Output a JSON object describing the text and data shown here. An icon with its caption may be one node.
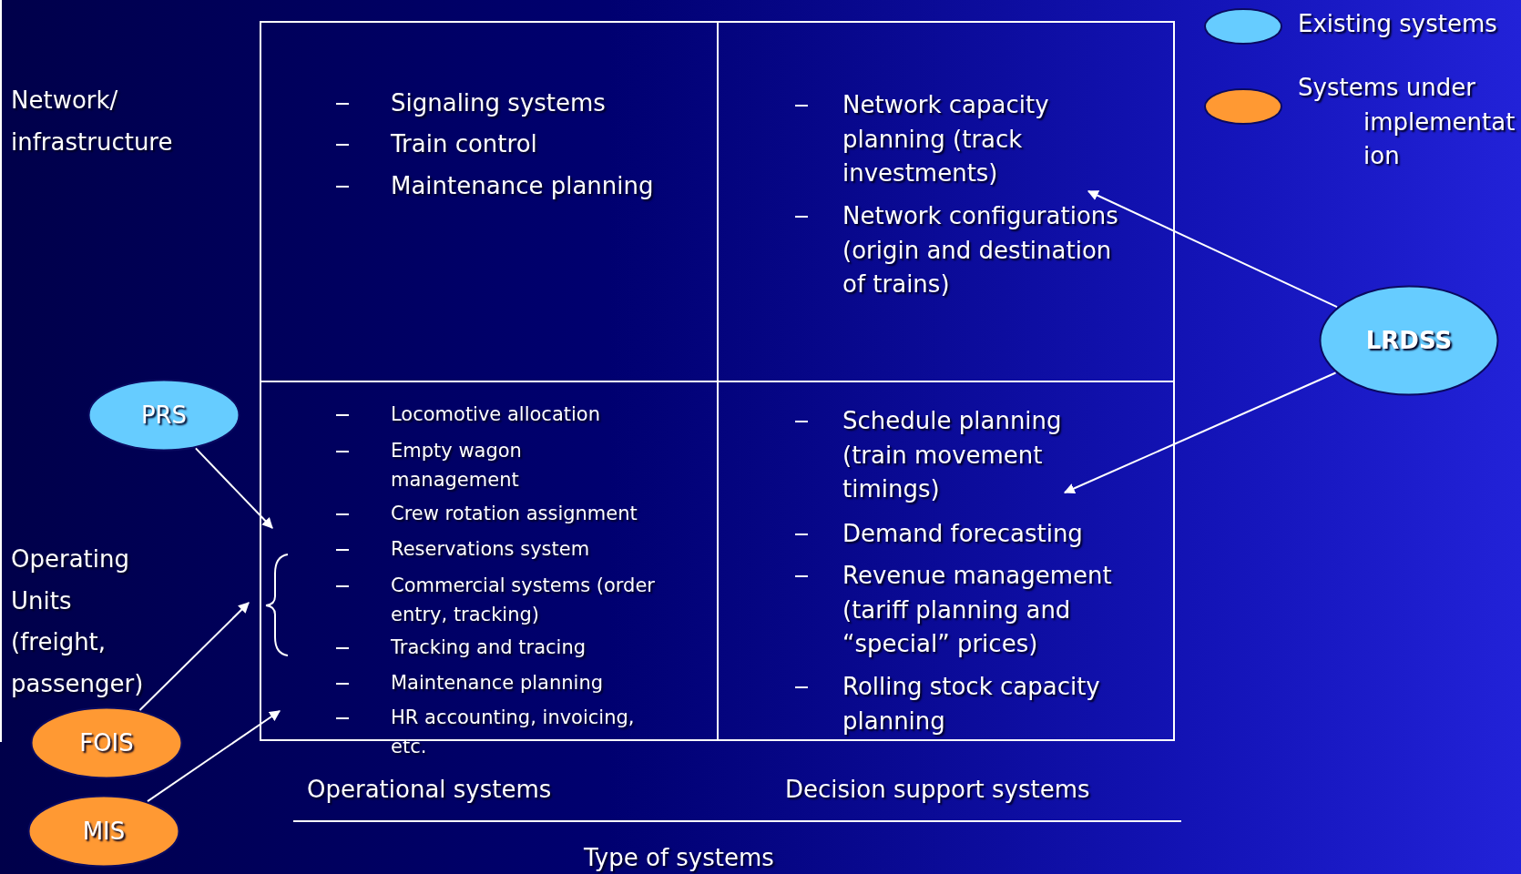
{
  "diagram": {
    "nodes": [
      {
        "text": [
          "Signaling systems",
          "Train control",
          "Maintenance planning"
        ]
      },
      {
        "text": [
          "Network capacity planning (track investments)",
          "Network configurations (origin and destination of trains)"
        ]
      },
      {
        "text": [
          "Locomotive allocation",
          "Empty wagon management",
          "Crew rotation assignment",
          "Reservations system",
          "Commercial systems (order entry, tracking)",
          "Tracking and tracing",
          "Maintenance planning",
          "HR accounting, invoicing, etc."
        ]
      },
      {
        "text": [
          "Schedule planning (train movement timings)",
          "Demand forecasting",
          "Revenue management (tariff planning and “special” prices)",
          "Rolling stock capacity planning"
        ]
      },
      {
        "text": [
          "LRDSS"
        ]
      },
      {
        "text": [
          "PRS"
        ]
      },
      {
        "text": [
          "FOIS"
        ]
      },
      {
        "text": [
          "MIS"
        ]
      }
    ],
    "edges": [
      {
        "from": 5,
        "to": 2,
        "arrow": "to"
      },
      {
        "from": 6,
        "to": 2,
        "arrow": "to"
      },
      {
        "from": 7,
        "to": 2,
        "arrow": "to"
      },
      {
        "from": 4,
        "to": 1,
        "arrow": "to"
      },
      {
        "from": 4,
        "to": 3,
        "arrow": "to"
      }
    ],
    "labels": [
      "Network/ infrastructure",
      "Operating Units (freight, passenger)",
      "Operational systems",
      "Decision support systems",
      "Type of systems"
    ],
    "legend": [
      {
        "text": "Existing systems",
        "color": "#66ccff"
      },
      {
        "text": "Systems under implementation",
        "color": "#ff9933"
      }
    ]
  }
}
